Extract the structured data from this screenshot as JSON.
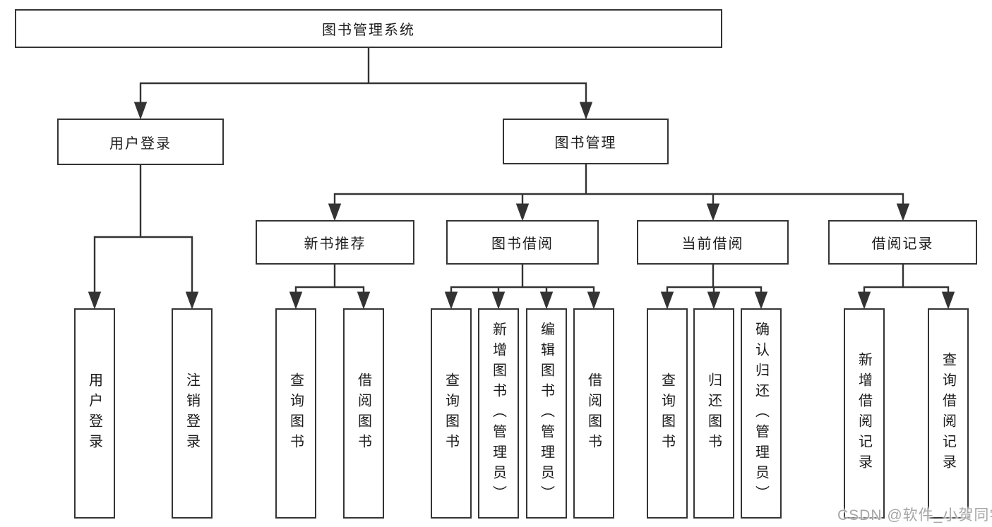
{
  "diagram": {
    "title": "图书管理系统",
    "type": "hierarchy-tree",
    "colors": {
      "line": "#333333",
      "box_border": "#343434",
      "box_fill": "#ffffff",
      "text": "#1c1c1c",
      "background": "#ffffff",
      "watermark": "#a6a6a6"
    },
    "nodes": {
      "root": {
        "label": "图书管理系统",
        "children": [
          "user_login",
          "book_mgmt"
        ]
      },
      "user_login": {
        "label": "用户登录",
        "children": [
          "login",
          "logout"
        ]
      },
      "book_mgmt": {
        "label": "图书管理",
        "children": [
          "new_book_rec",
          "book_borrow",
          "current_borrow",
          "borrow_records"
        ]
      },
      "new_book_rec": {
        "label": "新书推荐",
        "children": [
          "nb_query",
          "nb_borrow"
        ]
      },
      "book_borrow": {
        "label": "图书借阅",
        "children": [
          "bb_query",
          "bb_add",
          "bb_edit",
          "bb_borrow"
        ]
      },
      "current_borrow": {
        "label": "当前借阅",
        "children": [
          "cb_query",
          "cb_return",
          "cb_confirm"
        ]
      },
      "borrow_records": {
        "label": "借阅记录",
        "children": [
          "br_add",
          "br_query"
        ]
      },
      "login": {
        "label": "用户登录",
        "children": []
      },
      "logout": {
        "label": "注销登录",
        "children": []
      },
      "nb_query": {
        "label": "查询图书",
        "children": []
      },
      "nb_borrow": {
        "label": "借阅图书",
        "children": []
      },
      "bb_query": {
        "label": "查询图书",
        "children": []
      },
      "bb_add": {
        "label": "新增图书（管理员）",
        "children": []
      },
      "bb_edit": {
        "label": "编辑图书（管理员）",
        "children": []
      },
      "bb_borrow": {
        "label": "借阅图书",
        "children": []
      },
      "cb_query": {
        "label": "查询图书",
        "children": []
      },
      "cb_return": {
        "label": "归还图书",
        "children": []
      },
      "cb_confirm": {
        "label": "确认归还（管理员）",
        "children": []
      },
      "br_add": {
        "label": "新增借阅记录",
        "children": []
      },
      "br_query": {
        "label": "查询借阅记录",
        "children": []
      }
    }
  },
  "watermark": {
    "text": "CSDN @软件_小贺同学"
  }
}
